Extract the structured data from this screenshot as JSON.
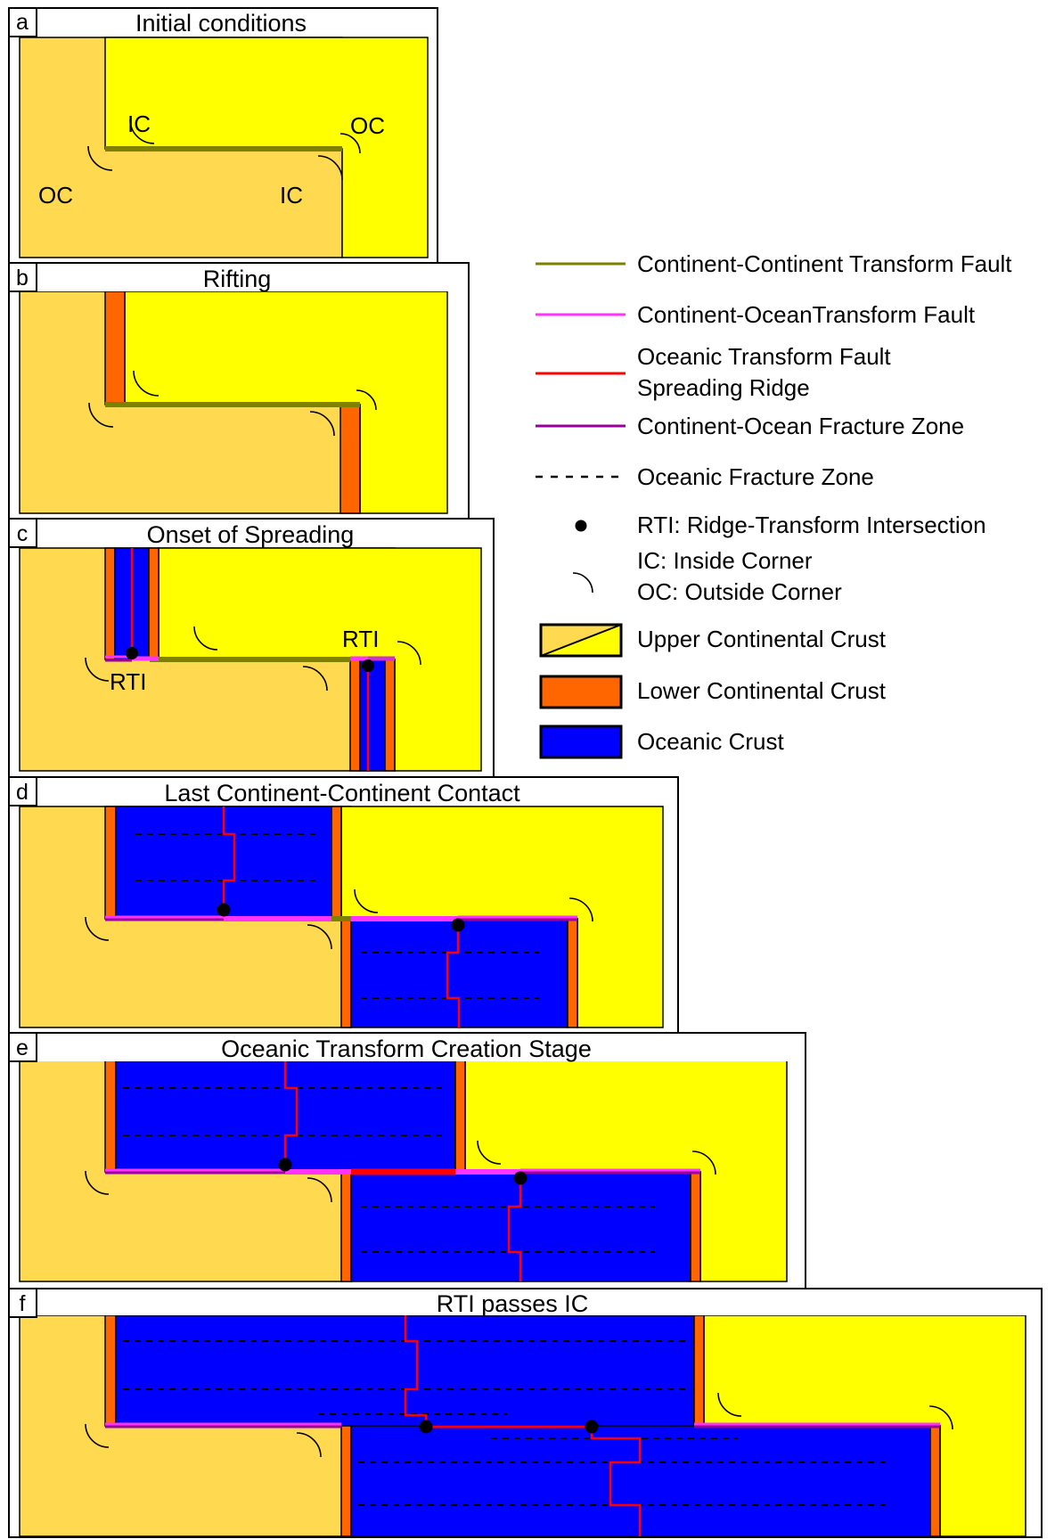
{
  "colors": {
    "upper_crust_a": "#FFD94F",
    "upper_crust_b": "#FFFF00",
    "lower_crust": "#FF6600",
    "oceanic_crust": "#0000FF",
    "cc_transform": "#808000",
    "co_transform": "#FF33FF",
    "oceanic_transform": "#FF0000",
    "co_fracture": "#990099",
    "oceanic_fracture": "#000000",
    "rti": "#000000"
  },
  "panels": [
    {
      "letter": "a",
      "title": "Initial conditions",
      "labels": {
        "ic_top": "IC",
        "oc_right": "OC",
        "oc_left": "OC",
        "ic_bottom": "IC"
      }
    },
    {
      "letter": "b",
      "title": "Rifting"
    },
    {
      "letter": "c",
      "title": "Onset of Spreading",
      "labels": {
        "rti_left": "RTI",
        "rti_right": "RTI"
      }
    },
    {
      "letter": "d",
      "title": "Last Continent-Continent Contact"
    },
    {
      "letter": "e",
      "title": "Oceanic Transform Creation Stage"
    },
    {
      "letter": "f",
      "title": "RTI passes IC"
    }
  ],
  "legend": [
    {
      "symbol": "line",
      "color": "cc_transform",
      "lines": [
        "Continent-Continent Transform Fault"
      ]
    },
    {
      "symbol": "line",
      "color": "co_transform",
      "lines": [
        "Continent-OceanTransform Fault"
      ]
    },
    {
      "symbol": "line",
      "color": "oceanic_transform",
      "lines": [
        "Oceanic Transform Fault",
        "Spreading Ridge"
      ]
    },
    {
      "symbol": "line",
      "color": "co_fracture",
      "lines": [
        "Continent-Ocean Fracture Zone"
      ]
    },
    {
      "symbol": "dashed",
      "color": "oceanic_fracture",
      "lines": [
        "Oceanic Fracture Zone"
      ]
    },
    {
      "symbol": "dot",
      "color": "rti",
      "lines": [
        "RTI: Ridge-Transform Intersection"
      ]
    },
    {
      "symbol": "arc",
      "color": "rti",
      "lines": [
        "IC: Inside Corner",
        "OC: Outside Corner"
      ]
    },
    {
      "symbol": "box-split",
      "color": "upper_crust_a",
      "lines": [
        "Upper Continental Crust"
      ]
    },
    {
      "symbol": "box",
      "color": "lower_crust",
      "lines": [
        "Lower Continental Crust"
      ]
    },
    {
      "symbol": "box",
      "color": "oceanic_crust",
      "lines": [
        "Oceanic Crust"
      ]
    }
  ]
}
